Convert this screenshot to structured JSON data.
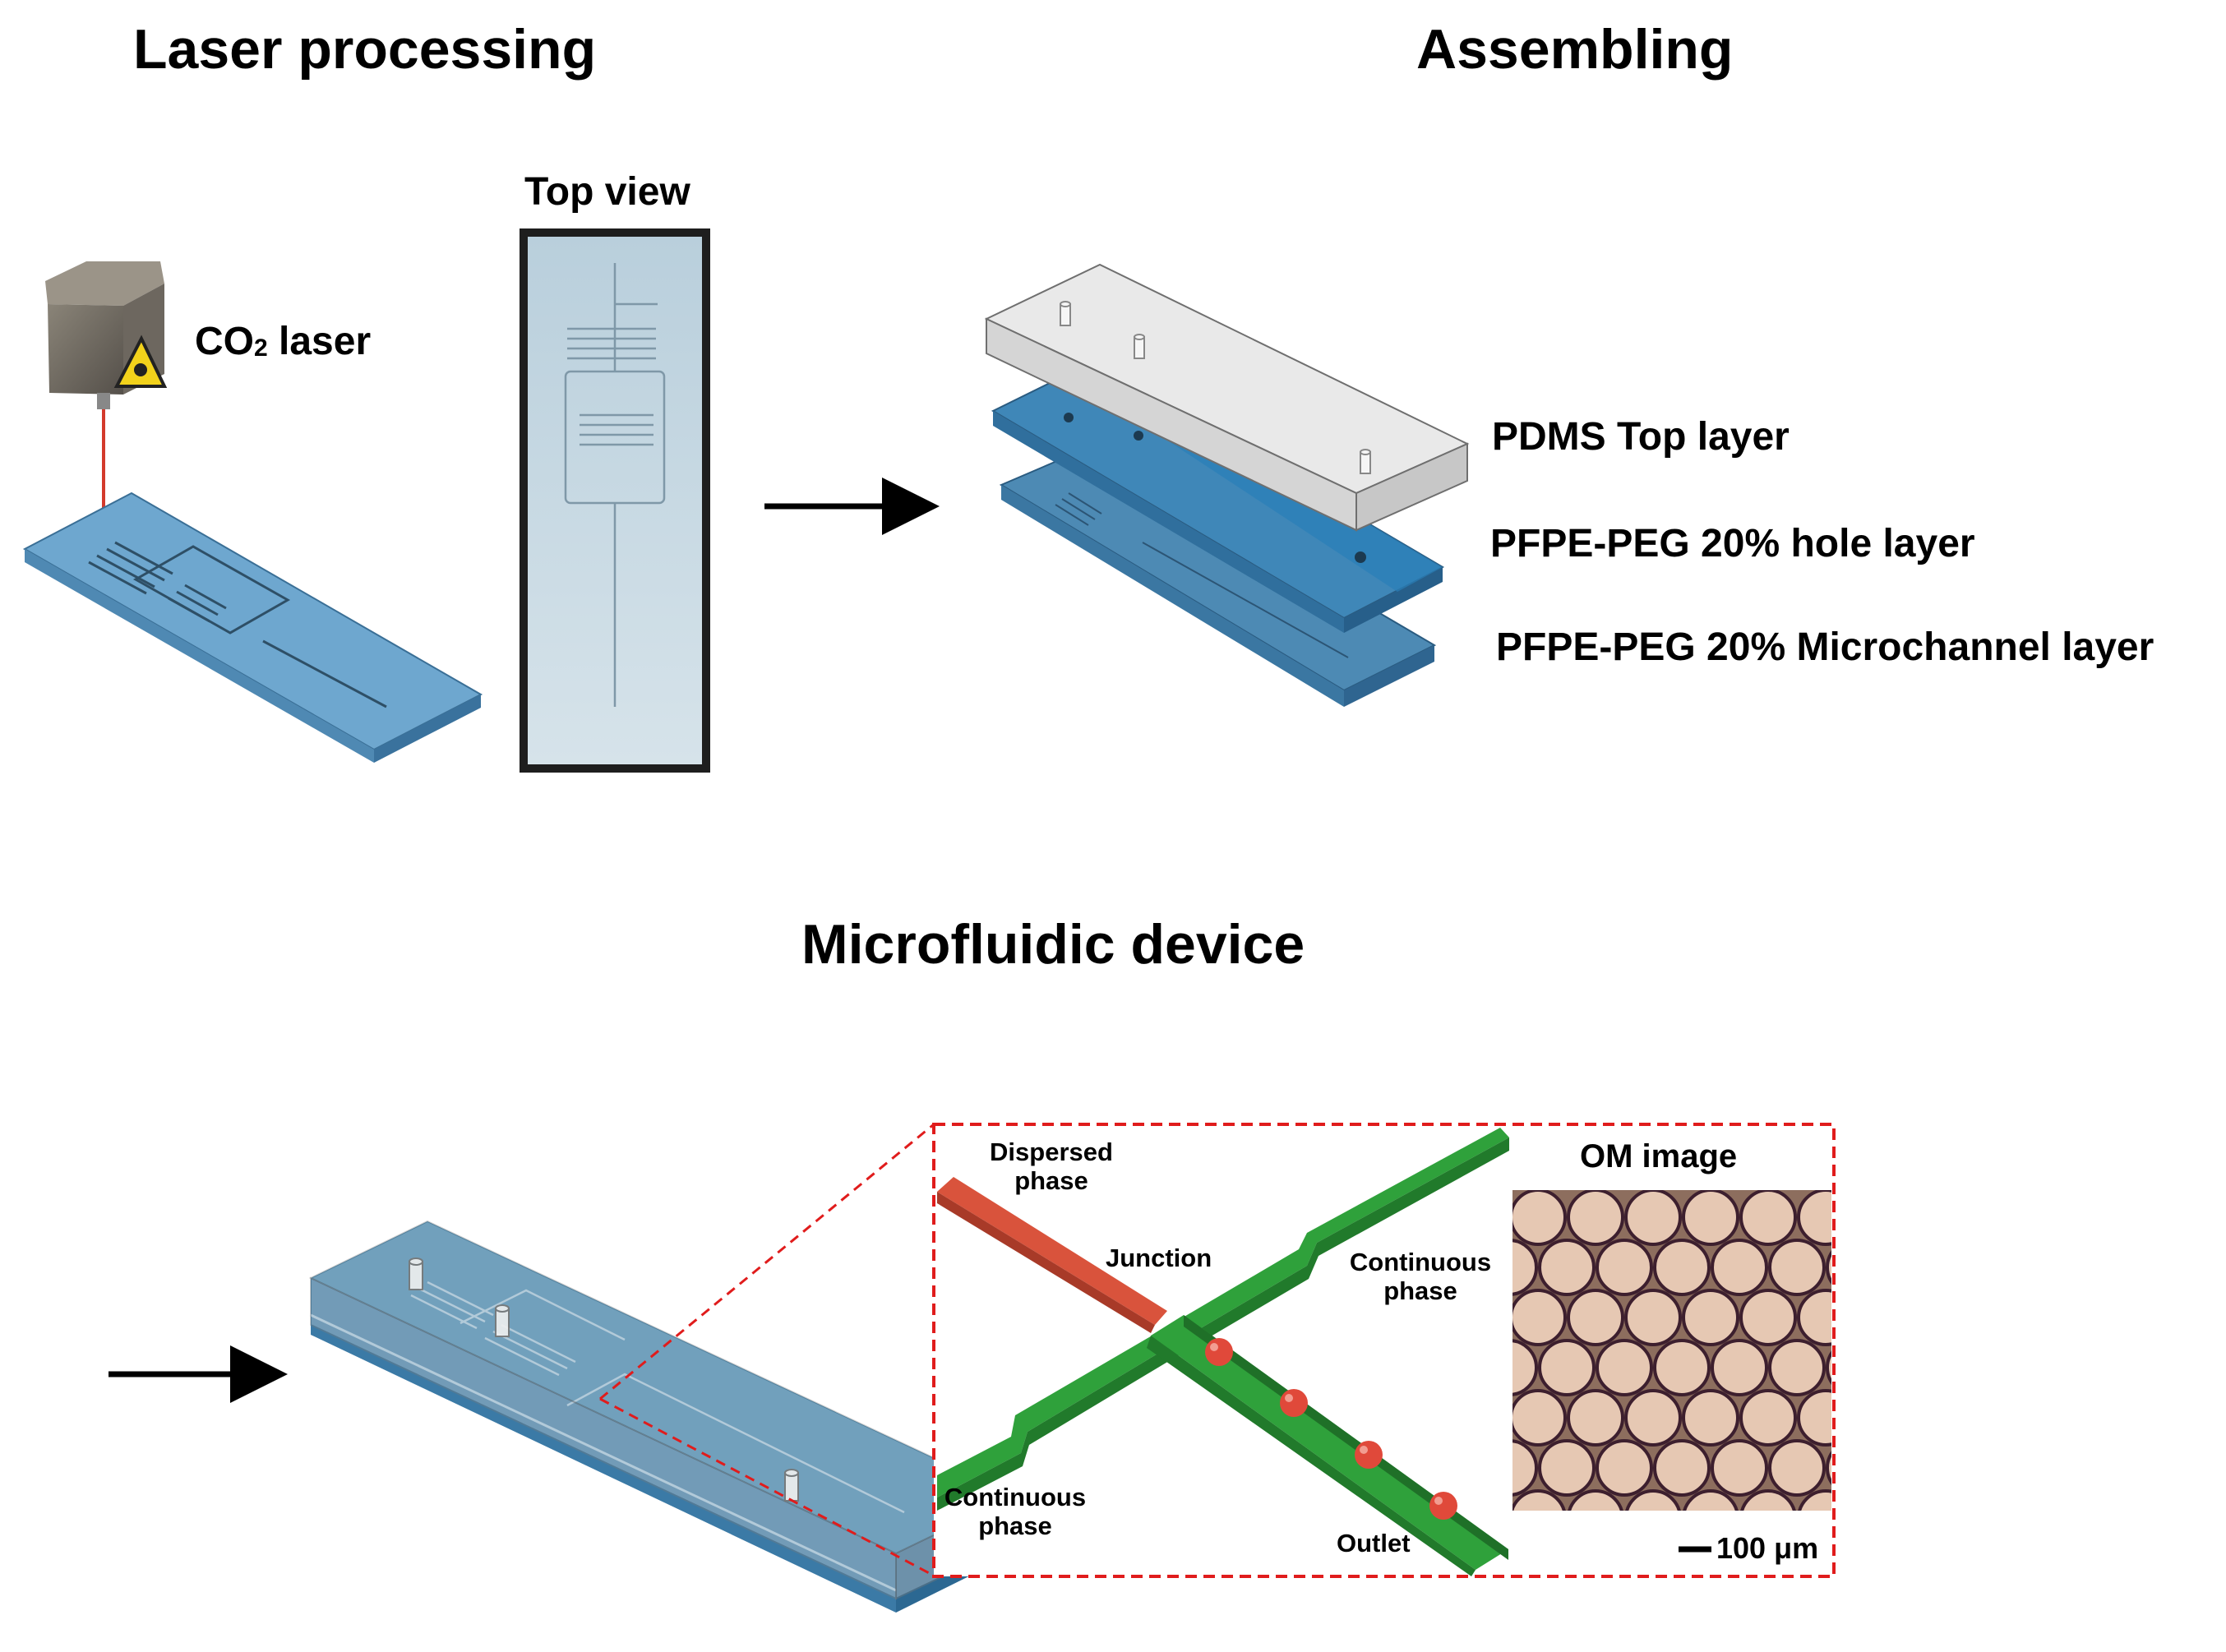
{
  "sections": {
    "laser_processing": "Laser processing",
    "assembling": "Assembling",
    "microfluidic_device": "Microfluidic device"
  },
  "laser": {
    "label_prefix": "CO",
    "label_sub": "2",
    "label_suffix": " laser"
  },
  "top_view": {
    "title": "Top view"
  },
  "layers": {
    "top": "PDMS Top layer",
    "hole": "PFPE-PEG 20% hole layer",
    "microchannel": "PFPE-PEG 20% Microchannel layer"
  },
  "inset": {
    "dispersed_phase_line1": "Dispersed",
    "dispersed_phase_line2": "phase",
    "junction": "Junction",
    "continuous_top_line1": "Continuous",
    "continuous_top_line2": "phase",
    "continuous_bottom_line1": "Continuous",
    "continuous_bottom_line2": "phase",
    "outlet": "Outlet"
  },
  "om_image": {
    "title": "OM image",
    "scale_bar": "100 μm"
  },
  "colors": {
    "device_blue": "#3f7ea6",
    "glass": "#d9d9d9",
    "channel_green": "#2e9a3c",
    "dispersed_red": "#d9533c",
    "droplet_red": "#e0493a",
    "dashed_box": "#e01c1c"
  }
}
